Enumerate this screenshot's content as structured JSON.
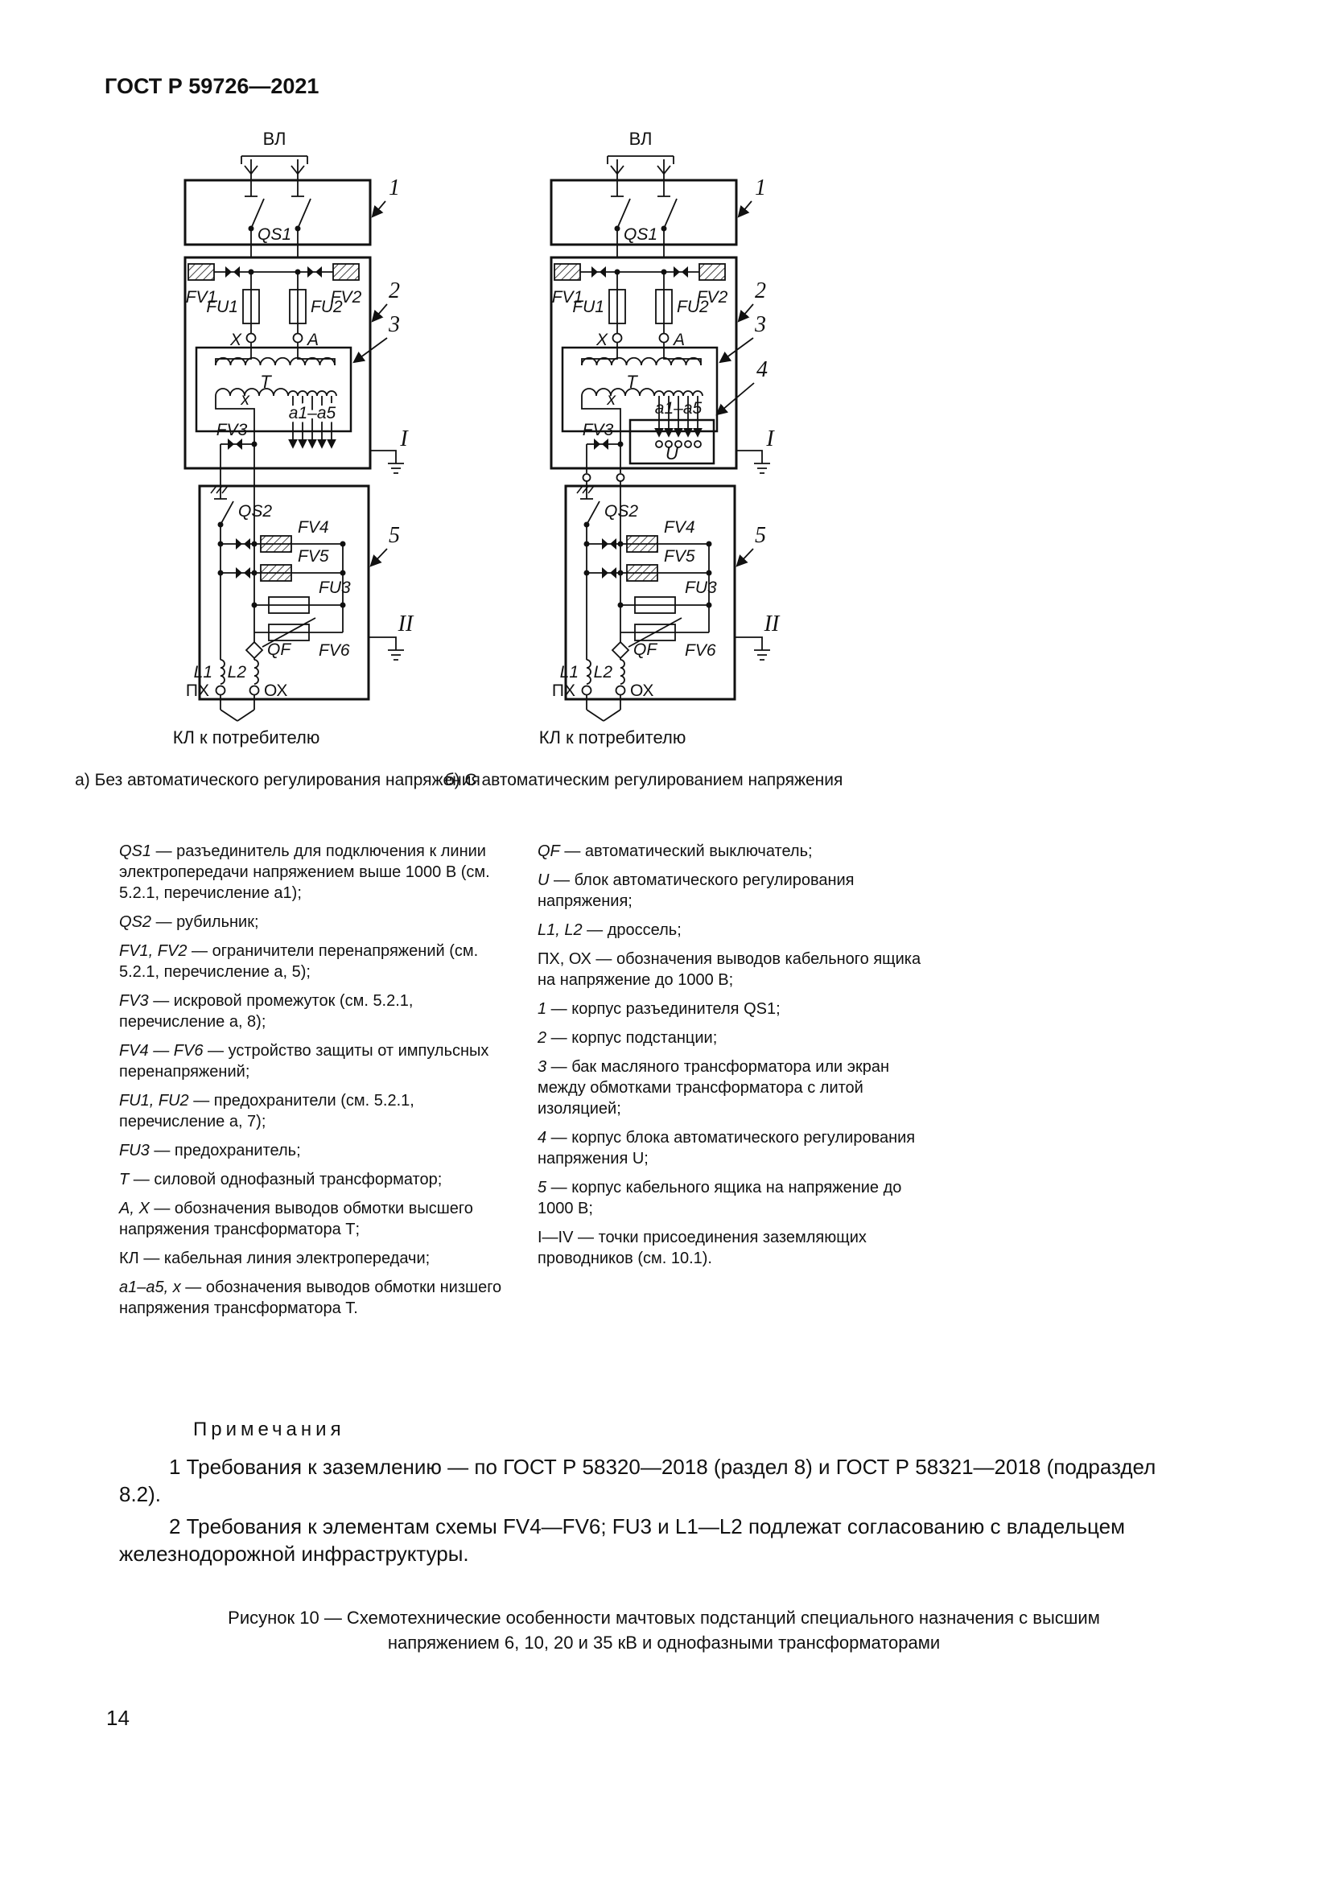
{
  "page": {
    "standard": "ГОСТ Р 59726—2021",
    "number": "14"
  },
  "figure": {
    "caption": "Рисунок 10 — Схемотехнические особенности мачтовых подстанций специального назначения с высшим напряжением 6, 10, 20 и 35 кВ и однофазными трансформаторами"
  },
  "diagram_a": {
    "caption": "а) Без автоматического регулирования напряжения",
    "labels": {
      "vl": "ВЛ",
      "qs1": "QS1",
      "fv1": "FV1",
      "fv2": "FV2",
      "fu1": "FU1",
      "fu2": "FU2",
      "x_hv": "X",
      "a_hv": "A",
      "t": "T",
      "x_lv": "x",
      "taps": "а1–а5",
      "fv3": "FV3",
      "qs2": "QS2",
      "fv4": "FV4",
      "fv5": "FV5",
      "fu3": "FU3",
      "fv6": "FV6",
      "qf": "QF",
      "l1": "L1",
      "l2": "L2",
      "ph": "ПХ",
      "oh": "ОХ",
      "kl": "КЛ к потребителю",
      "c1": "1",
      "c2": "2",
      "c3": "3",
      "c5": "5",
      "g1": "I",
      "g2": "II"
    }
  },
  "diagram_b": {
    "caption": "б) С автоматическим регулированием напряжения",
    "labels": {
      "vl": "ВЛ",
      "qs1": "QS1",
      "fv1": "FV1",
      "fv2": "FV2",
      "fu1": "FU1",
      "fu2": "FU2",
      "x_hv": "X",
      "a_hv": "A",
      "t": "T",
      "x_lv": "x",
      "taps": "а1–а5",
      "fv3": "FV3",
      "qs2": "QS2",
      "fv4": "FV4",
      "fv5": "FV5",
      "fu3": "FU3",
      "fv6": "FV6",
      "qf": "QF",
      "l1": "L1",
      "l2": "L2",
      "ph": "ПХ",
      "oh": "ОХ",
      "u": "U",
      "kl": "КЛ к потребителю",
      "c1": "1",
      "c2": "2",
      "c3": "3",
      "c4": "4",
      "c5": "5",
      "g1": "I",
      "g2": "II"
    }
  },
  "legend_left": [
    {
      "term": "QS1",
      "text": " — разъединитель для подключения к линии электропередачи напряжением выше 1000 В (см. 5.2.1, перечисление а1);"
    },
    {
      "term": "QS2",
      "text": " — рубильник;"
    },
    {
      "term": "FV1, FV2",
      "text": " — ограничители перенапряжений (см. 5.2.1, перечисление а, 5);"
    },
    {
      "term": "FV3",
      "text": " — искровой промежуток (см. 5.2.1, перечисление а, 8);"
    },
    {
      "term": "FV4 — FV6",
      "text": " — устройство защиты от импульсных перенапряжений;"
    },
    {
      "term": "FU1, FU2",
      "text": " — предохранители (см. 5.2.1, перечисление а, 7);"
    },
    {
      "term": "FU3",
      "text": " — предохранитель;"
    },
    {
      "term": "Т",
      "text": " — силовой однофазный трансформатор;"
    },
    {
      "term": "А, Х",
      "text": " — обозначения выводов обмотки высшего напряжения трансформатора Т;"
    },
    {
      "term": "КЛ",
      "text": " — кабельная линия электропередачи;"
    },
    {
      "term": "а1–а5, х",
      "text": " — обозначения выводов обмотки низшего напряжения трансформатора Т."
    }
  ],
  "legend_right": [
    {
      "term": "QF",
      "text": " — автоматический выключатель;"
    },
    {
      "term": "U",
      "text": " — блок автоматического регулирования напряжения;"
    },
    {
      "term": "L1, L2",
      "text": " — дроссель;"
    },
    {
      "term": "ПХ, ОХ",
      "text": " — обозначения выводов кабельного ящика на напряжение до 1000 В;"
    },
    {
      "term": "1",
      "text": " — корпус разъединителя QS1;"
    },
    {
      "term": "2",
      "text": " — корпус подстанции;"
    },
    {
      "term": "3",
      "text": " — бак масляного трансформатора или экран между обмотками трансформатора с литой изоляцией;"
    },
    {
      "term": "4",
      "text": " — корпус блока автоматического регулирования напряжения U;"
    },
    {
      "term": "5",
      "text": " — корпус кабельного ящика на напряжение до 1000 В;"
    },
    {
      "term": "I—IV",
      "text": " — точки присоединения заземляющих проводников (см. 10.1)."
    }
  ],
  "notes": {
    "title": "Примечания",
    "items": [
      "1 Требования к заземлению — по ГОСТ Р 58320—2018 (раздел 8) и ГОСТ Р 58321—2018 (подраздел 8.2).",
      "2 Требования к элементам схемы FV4—FV6; FU3 и L1—L2 подлежат согласованию с владельцем железнодорожной инфраструктуры."
    ]
  }
}
